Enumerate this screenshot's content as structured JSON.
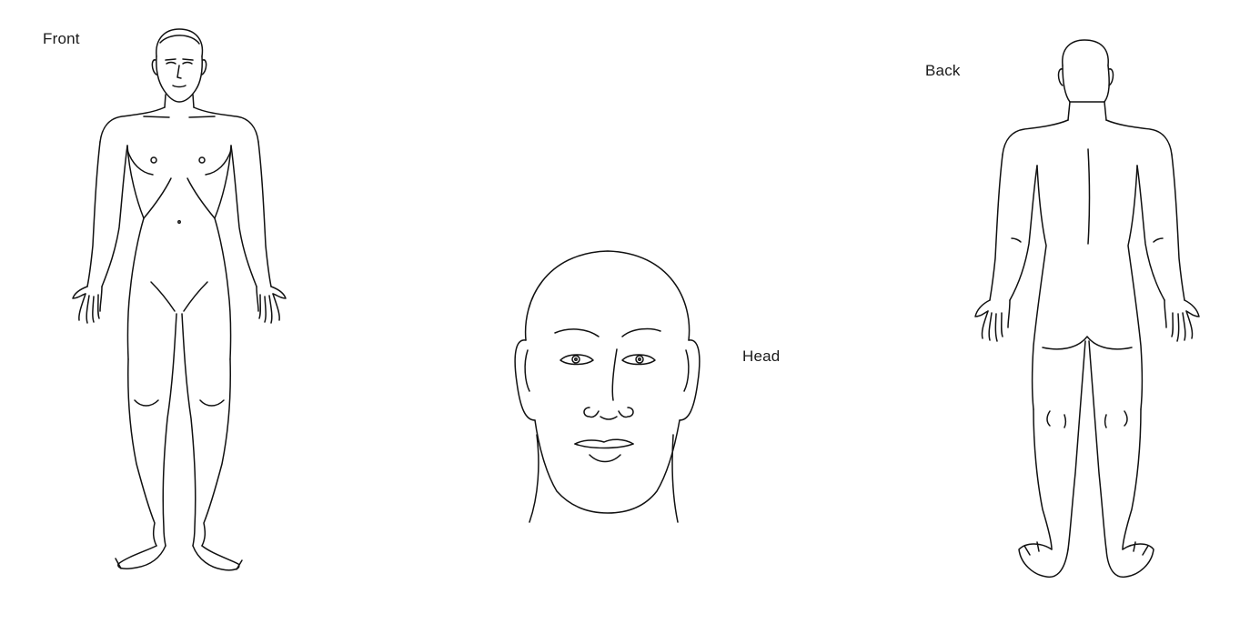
{
  "diagram": {
    "labels": {
      "front": "Front",
      "head": "Head",
      "back": "Back"
    },
    "figures": [
      {
        "name": "front-body-outline",
        "view": "front"
      },
      {
        "name": "head-outline",
        "view": "head"
      },
      {
        "name": "back-body-outline",
        "view": "back"
      }
    ],
    "line_color": "#111111",
    "background": "#ffffff"
  }
}
